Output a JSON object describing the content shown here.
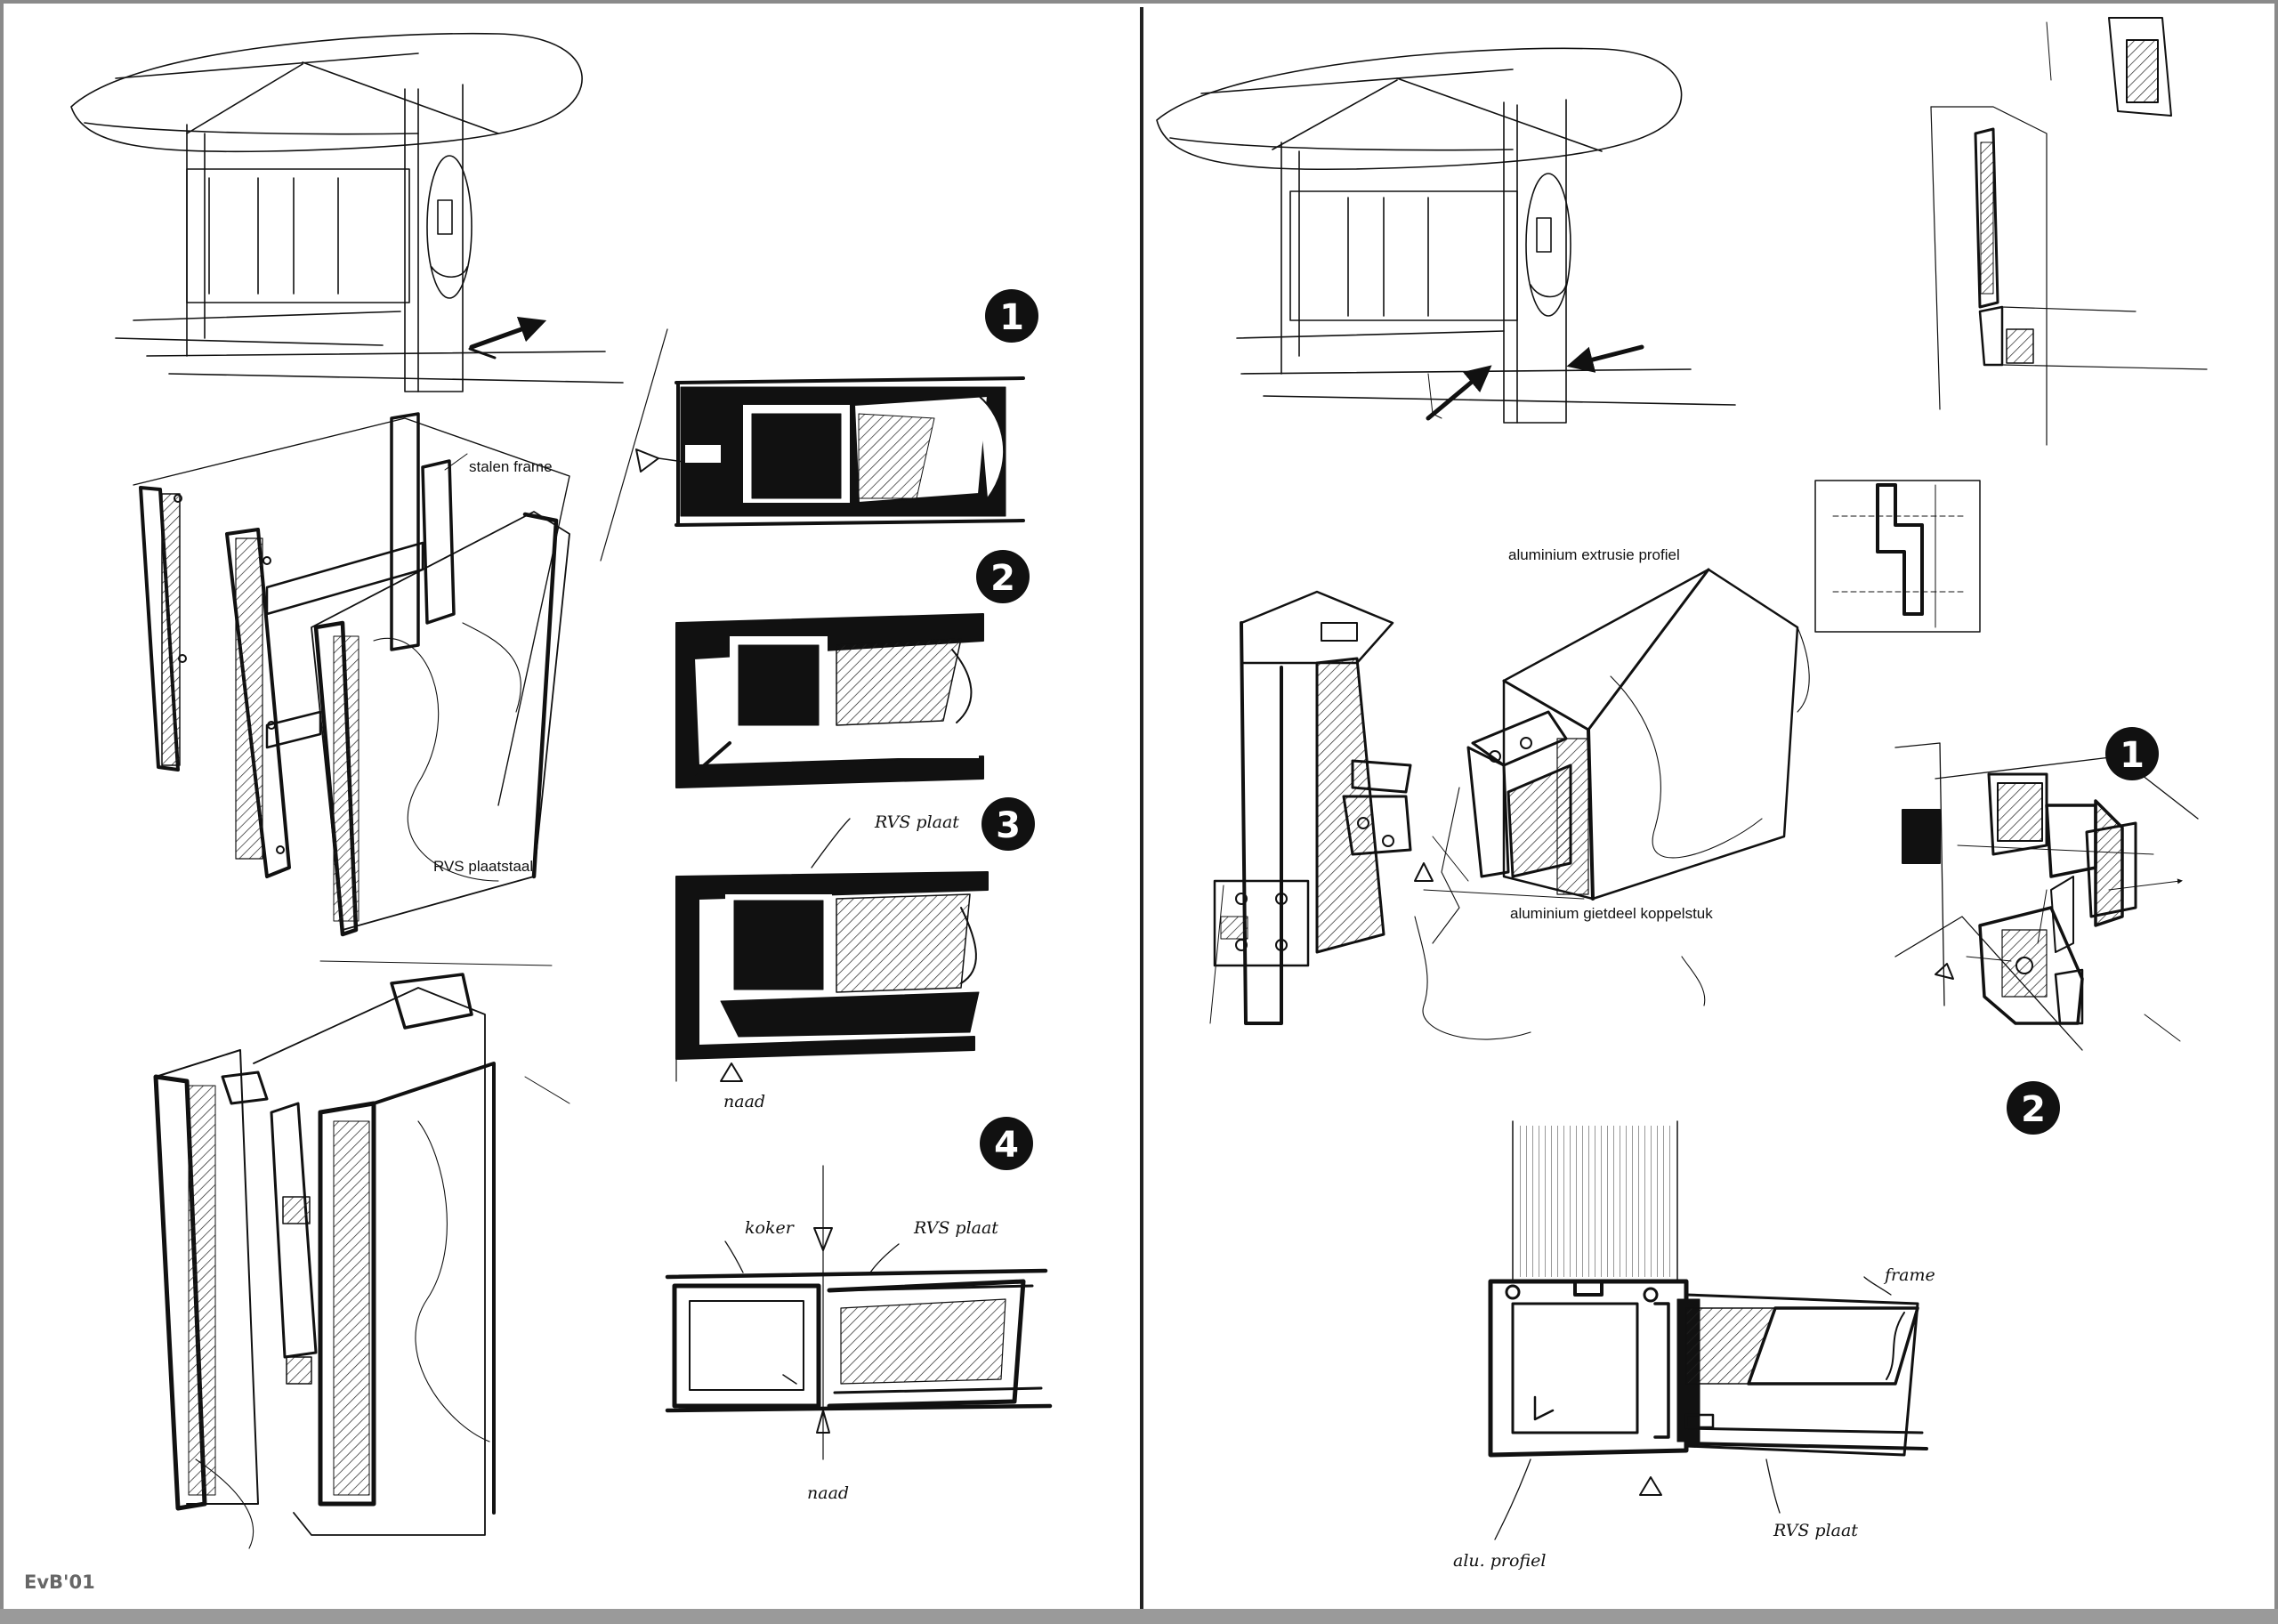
{
  "left_panel": {
    "labels": {
      "stalen_frame": "stalen frame",
      "rvs_plaatstaal": "RVS plaatstaal",
      "rvs_plaat_3": "RVS plaat",
      "naad_3": "naad",
      "koker_4": "koker",
      "rvs_plaat_4": "RVS plaat",
      "naad_4": "naad"
    },
    "detail_numbers": [
      "1",
      "2",
      "3",
      "4"
    ]
  },
  "right_panel": {
    "labels": {
      "aluminium_extrusie_profiel": "aluminium extrusie profiel",
      "aluminium_gietdeel_koppelstuk": "aluminium gietdeel koppelstuk",
      "frame": "frame",
      "alu_profiel": "alu. profiel",
      "rvs_plaat": "RVS plaat"
    },
    "detail_numbers": [
      "1",
      "2"
    ]
  },
  "signature": "EvB'01",
  "colors": {
    "border": "#8a8a8a",
    "ink": "#111111",
    "divider": "#222222"
  }
}
